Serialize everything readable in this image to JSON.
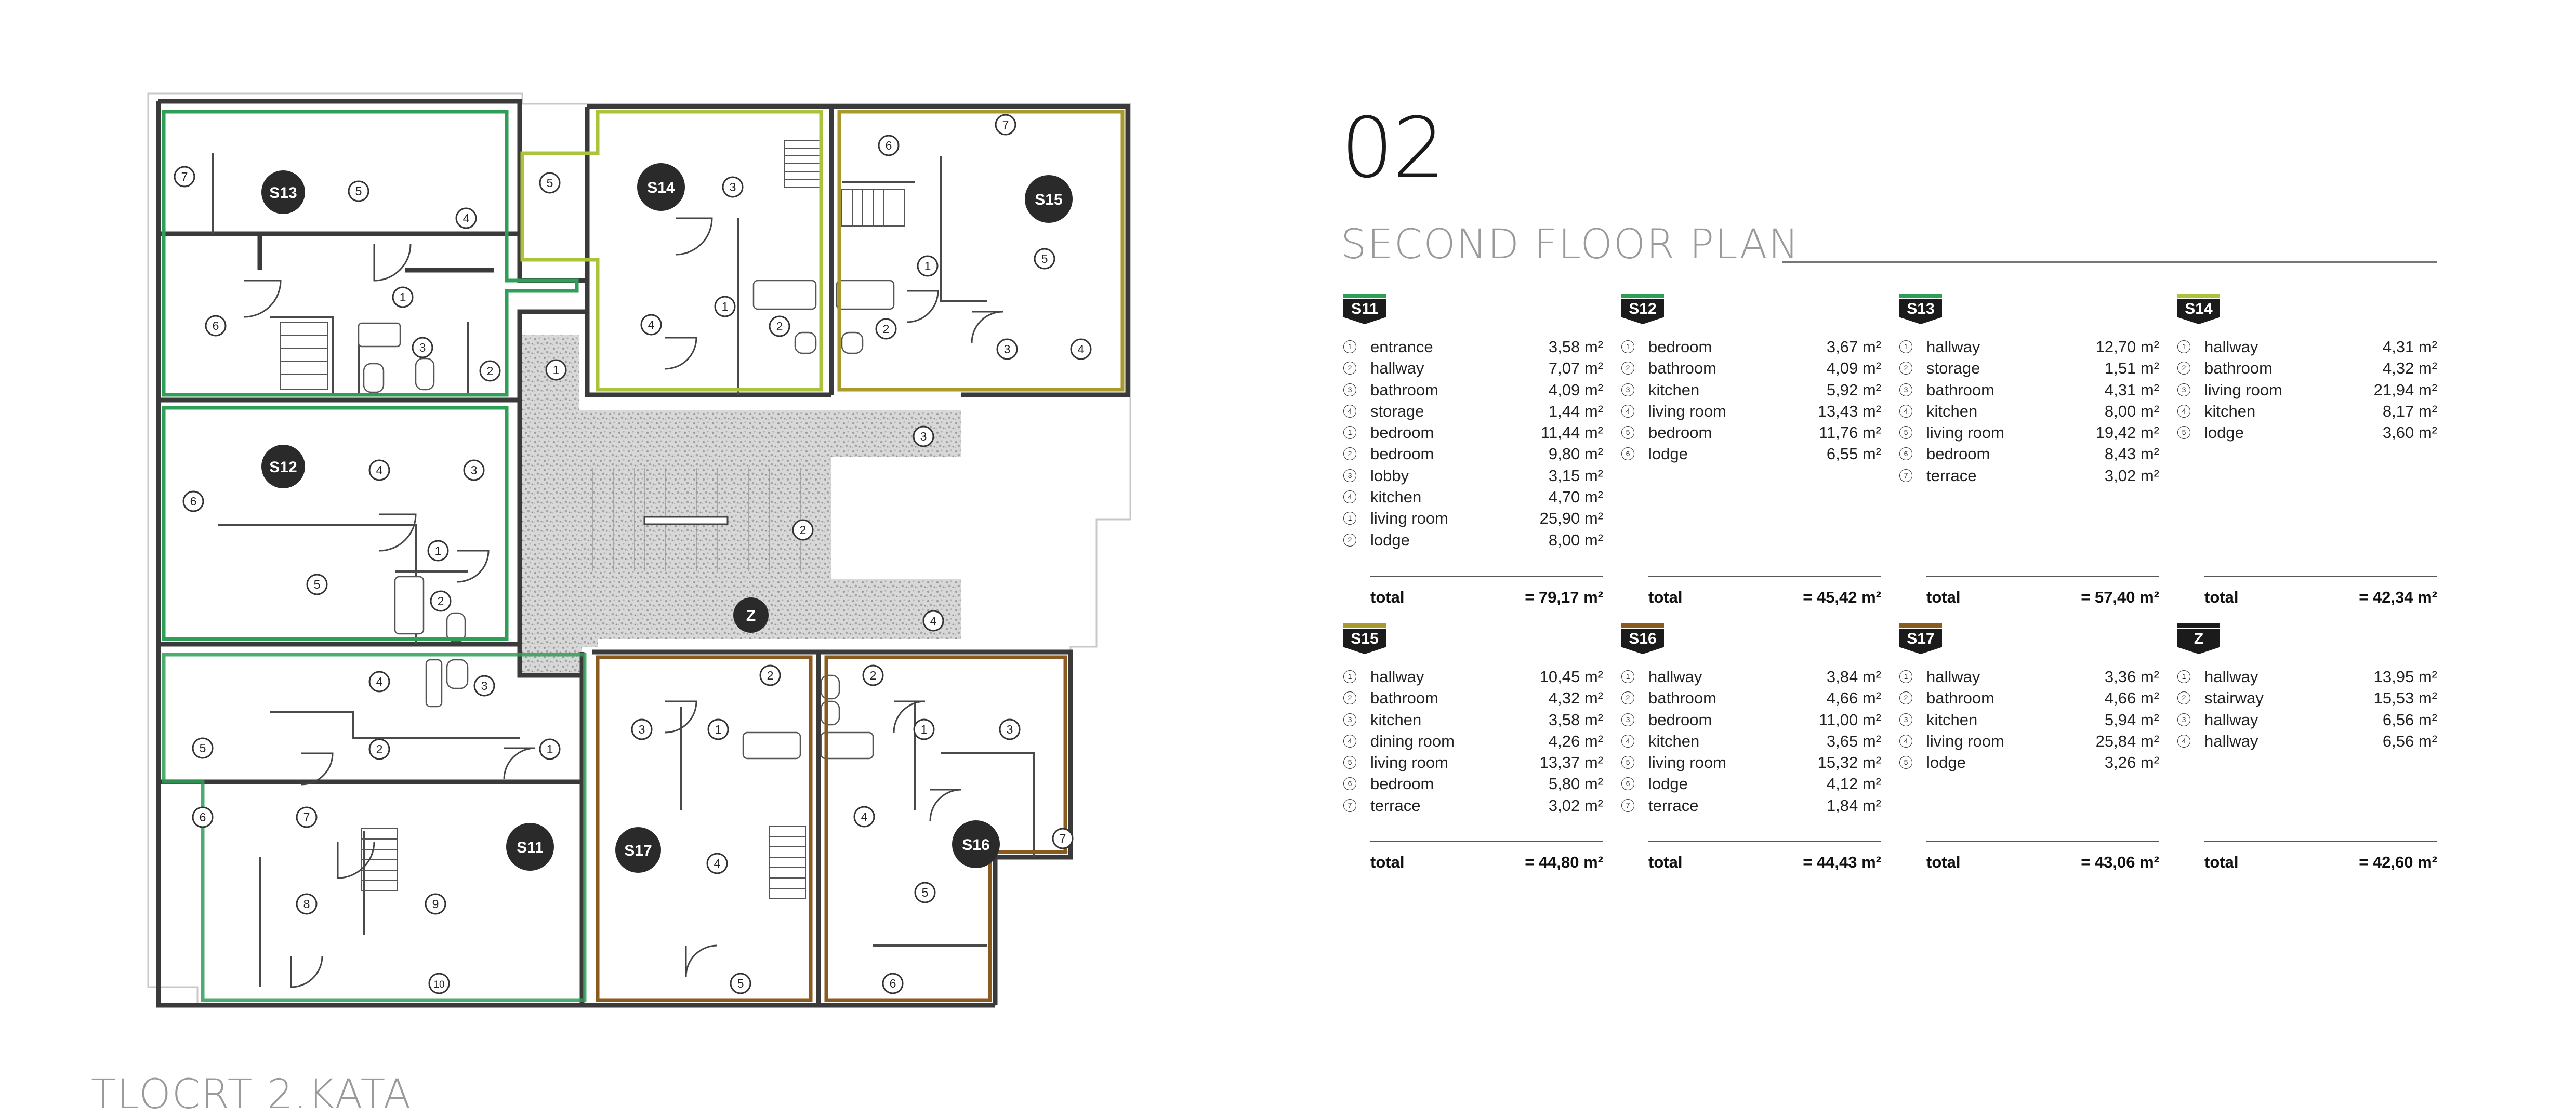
{
  "header": {
    "floor_number": "02",
    "floor_title": "SECOND FLOOR PLAN",
    "footer_caption": "TLOCRT 2.KATA"
  },
  "colors": {
    "S11": "#2f9e57",
    "S12": "#2f9e57",
    "S13": "#2f9e57",
    "S14": "#a9c43a",
    "S15": "#a89a2c",
    "S16": "#8b5a1e",
    "S17": "#8b5a1e",
    "Z": "#1b1b1b"
  },
  "plan_labels": {
    "S11": "S11",
    "S12": "S12",
    "S13": "S13",
    "S14": "S14",
    "S15": "S15",
    "S16": "S16",
    "S17": "S17",
    "Z": "Z"
  },
  "plan_room_numbers": {
    "s13": [
      "7",
      "5",
      "4",
      "1",
      "6",
      "3",
      "2"
    ],
    "s14": [
      "5",
      "3",
      "4",
      "1",
      "2"
    ],
    "s15": [
      "6",
      "7",
      "5",
      "1",
      "2",
      "3",
      "4"
    ],
    "s12": [
      "6",
      "4",
      "3",
      "1",
      "5",
      "2"
    ],
    "core": [
      "1",
      "3",
      "2",
      "4"
    ],
    "s11": [
      "4",
      "3",
      "5",
      "2",
      "1",
      "6",
      "7",
      "8",
      "9",
      "10"
    ],
    "s17": [
      "2",
      "3",
      "1",
      "4",
      "5"
    ],
    "s16": [
      "2",
      "1",
      "3",
      "4",
      "7",
      "5",
      "6"
    ]
  },
  "units": [
    {
      "id": "S11",
      "rooms": [
        {
          "num": "1",
          "name": "entrance",
          "area": "3,58 m²"
        },
        {
          "num": "2",
          "name": "hallway",
          "area": "7,07 m²"
        },
        {
          "num": "3",
          "name": "bathroom",
          "area": "4,09 m²"
        },
        {
          "num": "4",
          "name": "storage",
          "area": "1,44 m²"
        },
        {
          "num": "1",
          "name": "bedroom",
          "area": "11,44 m²"
        },
        {
          "num": "2",
          "name": "bedroom",
          "area": "9,80 m²"
        },
        {
          "num": "3",
          "name": "lobby",
          "area": "3,15 m²"
        },
        {
          "num": "4",
          "name": "kitchen",
          "area": "4,70 m²"
        },
        {
          "num": "1",
          "name": "living room",
          "area": "25,90 m²"
        },
        {
          "num": "2",
          "name": "lodge",
          "area": "8,00 m²"
        }
      ],
      "total_label": "total",
      "total": "= 79,17 m²"
    },
    {
      "id": "S12",
      "rooms": [
        {
          "num": "1",
          "name": "bedroom",
          "area": "3,67 m²"
        },
        {
          "num": "2",
          "name": "bathroom",
          "area": "4,09 m²"
        },
        {
          "num": "3",
          "name": "kitchen",
          "area": "5,92 m²"
        },
        {
          "num": "4",
          "name": "living room",
          "area": "13,43 m²"
        },
        {
          "num": "5",
          "name": "bedroom",
          "area": "11,76 m²"
        },
        {
          "num": "6",
          "name": "lodge",
          "area": "6,55 m²"
        }
      ],
      "total_label": "total",
      "total": "= 45,42 m²"
    },
    {
      "id": "S13",
      "rooms": [
        {
          "num": "1",
          "name": "hallway",
          "area": "12,70 m²"
        },
        {
          "num": "2",
          "name": "storage",
          "area": "1,51 m²"
        },
        {
          "num": "3",
          "name": "bathroom",
          "area": "4,31 m²"
        },
        {
          "num": "4",
          "name": "kitchen",
          "area": "8,00 m²"
        },
        {
          "num": "5",
          "name": "living room",
          "area": "19,42 m²"
        },
        {
          "num": "6",
          "name": "bedroom",
          "area": "8,43 m²"
        },
        {
          "num": "7",
          "name": "terrace",
          "area": "3,02 m²"
        }
      ],
      "total_label": "total",
      "total": "= 57,40 m²"
    },
    {
      "id": "S14",
      "rooms": [
        {
          "num": "1",
          "name": "hallway",
          "area": "4,31 m²"
        },
        {
          "num": "2",
          "name": "bathroom",
          "area": "4,32 m²"
        },
        {
          "num": "3",
          "name": "living room",
          "area": "21,94 m²"
        },
        {
          "num": "4",
          "name": "kitchen",
          "area": "8,17 m²"
        },
        {
          "num": "5",
          "name": "lodge",
          "area": "3,60 m²"
        }
      ],
      "total_label": "total",
      "total": "= 42,34 m²"
    },
    {
      "id": "S15",
      "rooms": [
        {
          "num": "1",
          "name": "hallway",
          "area": "10,45 m²"
        },
        {
          "num": "2",
          "name": "bathroom",
          "area": "4,32 m²"
        },
        {
          "num": "3",
          "name": "kitchen",
          "area": "3,58 m²"
        },
        {
          "num": "4",
          "name": "dining room",
          "area": "4,26 m²"
        },
        {
          "num": "5",
          "name": "living room",
          "area": "13,37 m²"
        },
        {
          "num": "6",
          "name": "bedroom",
          "area": "5,80 m²"
        },
        {
          "num": "7",
          "name": "terrace",
          "area": "3,02 m²"
        }
      ],
      "total_label": "total",
      "total": "= 44,80 m²"
    },
    {
      "id": "S16",
      "rooms": [
        {
          "num": "1",
          "name": "hallway",
          "area": "3,84 m²"
        },
        {
          "num": "2",
          "name": "bathroom",
          "area": "4,66 m²"
        },
        {
          "num": "3",
          "name": "bedroom",
          "area": "11,00 m²"
        },
        {
          "num": "4",
          "name": "kitchen",
          "area": "3,65 m²"
        },
        {
          "num": "5",
          "name": "living room",
          "area": "15,32 m²"
        },
        {
          "num": "6",
          "name": "lodge",
          "area": "4,12 m²"
        },
        {
          "num": "7",
          "name": "terrace",
          "area": "1,84 m²"
        }
      ],
      "total_label": "total",
      "total": "= 44,43 m²"
    },
    {
      "id": "S17",
      "rooms": [
        {
          "num": "1",
          "name": "hallway",
          "area": "3,36 m²"
        },
        {
          "num": "2",
          "name": "bathroom",
          "area": "4,66 m²"
        },
        {
          "num": "3",
          "name": "kitchen",
          "area": "5,94 m²"
        },
        {
          "num": "4",
          "name": "living room",
          "area": "25,84 m²"
        },
        {
          "num": "5",
          "name": "lodge",
          "area": "3,26 m²"
        }
      ],
      "total_label": "total",
      "total": "= 43,06 m²"
    },
    {
      "id": "Z",
      "rooms": [
        {
          "num": "1",
          "name": "hallway",
          "area": "13,95 m²"
        },
        {
          "num": "2",
          "name": "stairway",
          "area": "15,53 m²"
        },
        {
          "num": "3",
          "name": "hallway",
          "area": "6,56 m²"
        },
        {
          "num": "4",
          "name": "hallway",
          "area": "6,56 m²"
        }
      ],
      "total_label": "total",
      "total": "= 42,60 m²"
    }
  ]
}
